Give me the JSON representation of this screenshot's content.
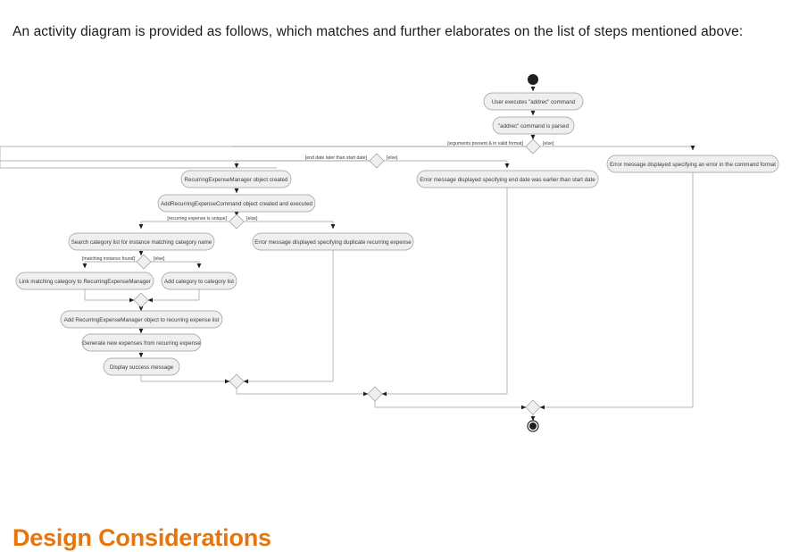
{
  "page": {
    "intro_paragraph": "An activity diagram is provided as follows, which matches and further elaborates on the list of steps mentioned above:",
    "section_heading": "Design Considerations",
    "heading_color": "#e8740c",
    "background_color": "#ffffff"
  },
  "diagram": {
    "type": "uml-activity-diagram",
    "node_fill": "#efefef",
    "node_stroke": "#9a9a9a",
    "nodes": {
      "start": "start-node",
      "end": "end-node",
      "actions": [
        {
          "id": "a1",
          "label": "User executes \"addrec\" command"
        },
        {
          "id": "a2",
          "label": "\"addrec\" command is parsed"
        },
        {
          "id": "a3",
          "label": "Error message displayed specifying an error in the command format"
        },
        {
          "id": "a4",
          "label": "Error message displayed specifying end date was earlier than start date"
        },
        {
          "id": "a5",
          "label": "RecurringExpenseManager object created"
        },
        {
          "id": "a6",
          "label": "AddRecurringExpenseCommand object created and executed"
        },
        {
          "id": "a7",
          "label": "Error message displayed specifying duplicate recurring expense"
        },
        {
          "id": "a8",
          "label": "Search category list for instance matching category name"
        },
        {
          "id": "a9",
          "label": "Link matching category to RecurringExpenseManager"
        },
        {
          "id": "a10",
          "label": "Add category to category list"
        },
        {
          "id": "a11",
          "label": "Add RecurringExpenseManager object to recurring expense list"
        },
        {
          "id": "a12",
          "label": "Generate new expenses from recurring expense"
        },
        {
          "id": "a13",
          "label": "Display success message"
        }
      ],
      "decisions": [
        {
          "id": "d1",
          "guard_true": "[arguments present & in valid format]",
          "guard_false": "[else]"
        },
        {
          "id": "d2",
          "guard_true": "[end date later than start date]",
          "guard_false": "[else]"
        },
        {
          "id": "d3",
          "guard_true": "[recurring expense is unique]",
          "guard_false": "[else]"
        },
        {
          "id": "d4",
          "guard_true": "[matching instance found]",
          "guard_false": "[else]"
        }
      ],
      "merges": [
        "m1",
        "m2",
        "m3",
        "m4"
      ]
    }
  }
}
